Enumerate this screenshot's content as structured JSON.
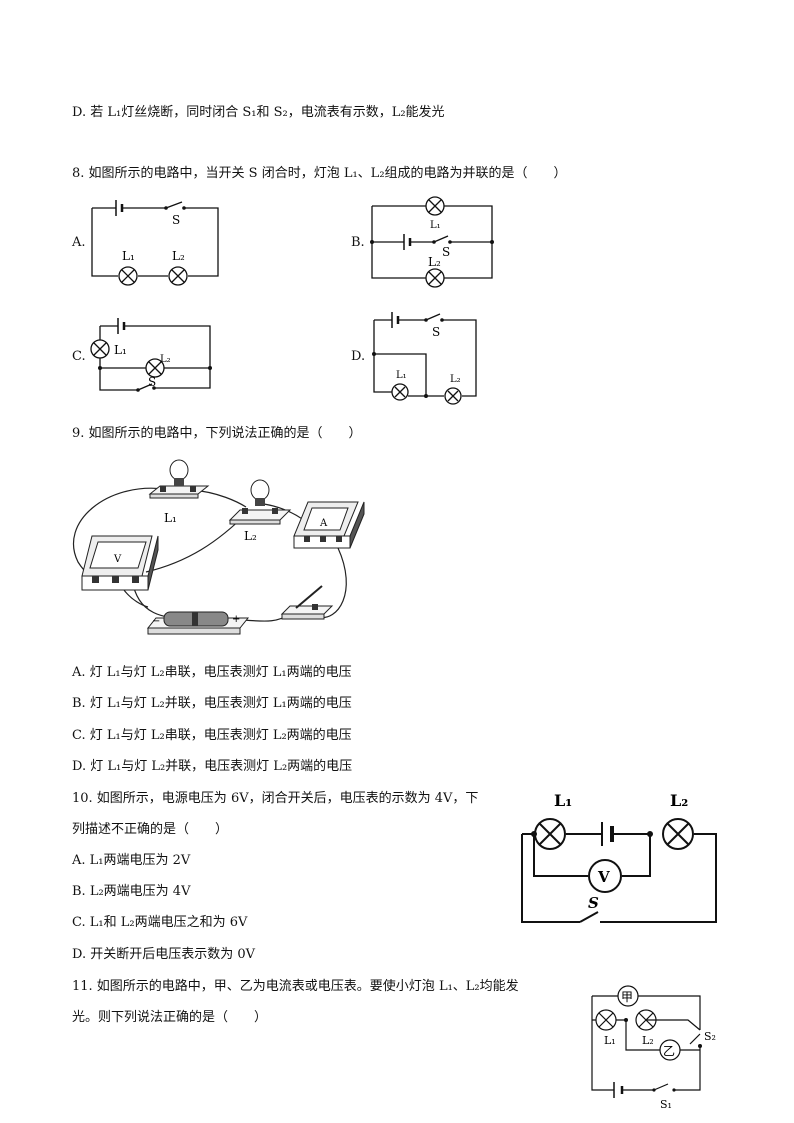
{
  "q7": {
    "option_d": "D. 若 L₁灯丝烧断，同时闭合 S₁和 S₂，电流表有示数，L₂能发光"
  },
  "q8": {
    "stem": "8. 如图所示的电路中，当开关 S 闭合时，灯泡 L₁、L₂组成的电路为并联的是（　　）",
    "options": [
      "A.",
      "B.",
      "C.",
      "D."
    ],
    "labels": {
      "L1": "L₁",
      "L2": "L₂",
      "S": "S"
    }
  },
  "q9": {
    "stem": "9. 如图所示的电路中，下列说法正确的是（　　）",
    "figure_labels": {
      "L1": "L₁",
      "L2": "L₂",
      "voltmeter": "V",
      "ammeter": "A",
      "minus": "−",
      "plus": "+"
    },
    "options": [
      "A. 灯 L₁与灯 L₂串联，电压表测灯 L₁两端的电压",
      "B. 灯 L₁与灯 L₂并联，电压表测灯 L₁两端的电压",
      "C. 灯 L₁与灯 L₂串联，电压表测灯 L₂两端的电压",
      "D. 灯 L₁与灯 L₂并联，电压表测灯 L₂两端的电压"
    ]
  },
  "q10": {
    "stem_line1": "10. 如图所示，电源电压为 6V，闭合开关后，电压表的示数为 4V，下",
    "stem_line2": "列描述不正确的是（　　）",
    "options": [
      "A. L₁两端电压为 2V",
      "B. L₂两端电压为 4V",
      "C. L₁和 L₂两端电压之和为 6V",
      "D. 开关断开后电压表示数为 0V"
    ],
    "figure_labels": {
      "L1": "L₁",
      "L2": "L₂",
      "V": "V",
      "S": "S"
    }
  },
  "q11": {
    "stem_line1": "11. 如图所示的电路中，甲、乙为电流表或电压表。要使小灯泡 L₁、L₂均能发",
    "stem_line2": "光。则下列说法正确的是（　　）",
    "figure_labels": {
      "jia": "甲",
      "yi": "乙",
      "L1": "L₁",
      "L2": "L₂",
      "S1": "S₁",
      "S2": "S₂"
    }
  }
}
